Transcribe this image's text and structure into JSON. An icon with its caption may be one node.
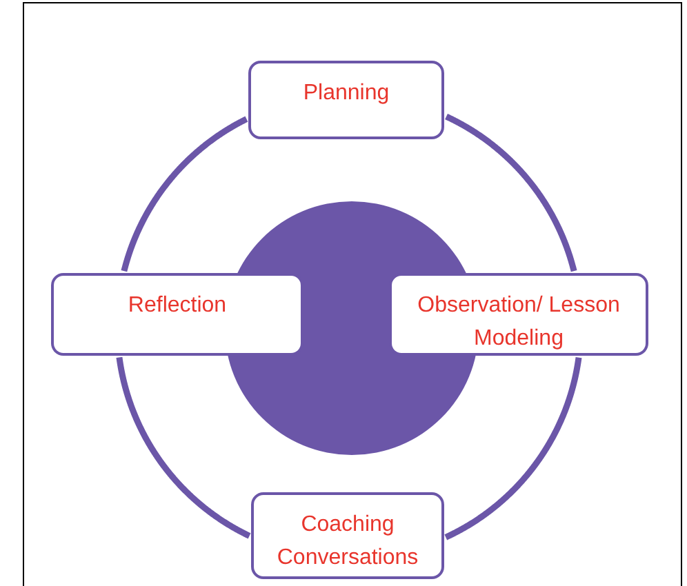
{
  "diagram": {
    "nodes": [
      {
        "text": [
          "Planning"
        ]
      },
      {
        "text": [],
        "shape": "circle"
      },
      {
        "text": [
          "Reflection"
        ]
      },
      {
        "text": [
          "Observation/ Lesson Modeling"
        ]
      },
      {
        "text": [
          "Coaching Conversations"
        ]
      }
    ],
    "edges": [
      {
        "from": 0,
        "to": 3,
        "arrow": "none"
      },
      {
        "from": 3,
        "to": 4,
        "arrow": "none"
      },
      {
        "from": 4,
        "to": 2,
        "arrow": "none"
      },
      {
        "from": 2,
        "to": 0,
        "arrow": "none"
      }
    ]
  }
}
